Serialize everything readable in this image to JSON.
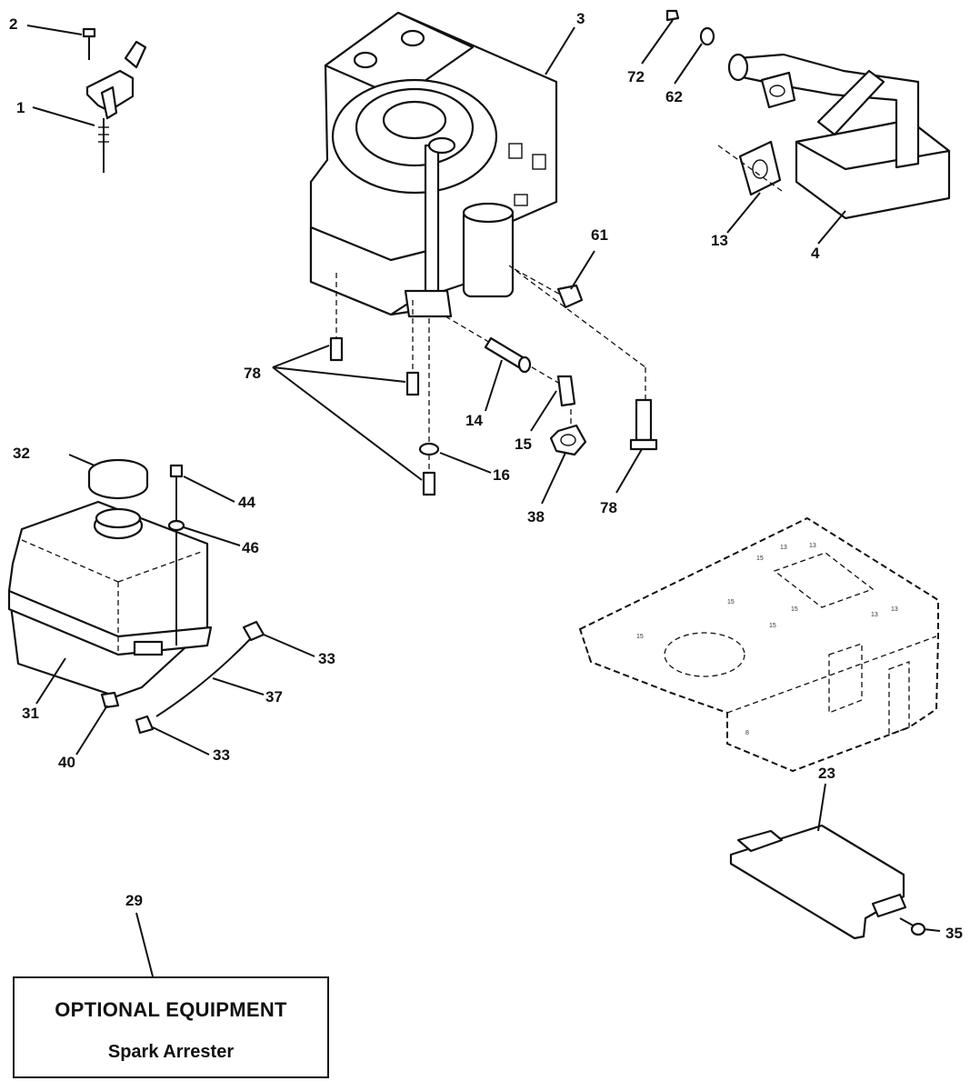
{
  "callouts": {
    "c1": "1",
    "c2": "2",
    "c3": "3",
    "c4": "4",
    "c13": "13",
    "c14": "14",
    "c15": "15",
    "c16": "16",
    "c23": "23",
    "c29": "29",
    "c31": "31",
    "c32": "32",
    "c33a": "33",
    "c33b": "33",
    "c35": "35",
    "c37": "37",
    "c38": "38",
    "c40": "40",
    "c44": "44",
    "c46": "46",
    "c61": "61",
    "c62": "62",
    "c72": "72",
    "c78a": "78",
    "c78b": "78"
  },
  "note_box": {
    "title": "OPTIONAL EQUIPMENT",
    "subtitle": "Spark Arrester"
  }
}
